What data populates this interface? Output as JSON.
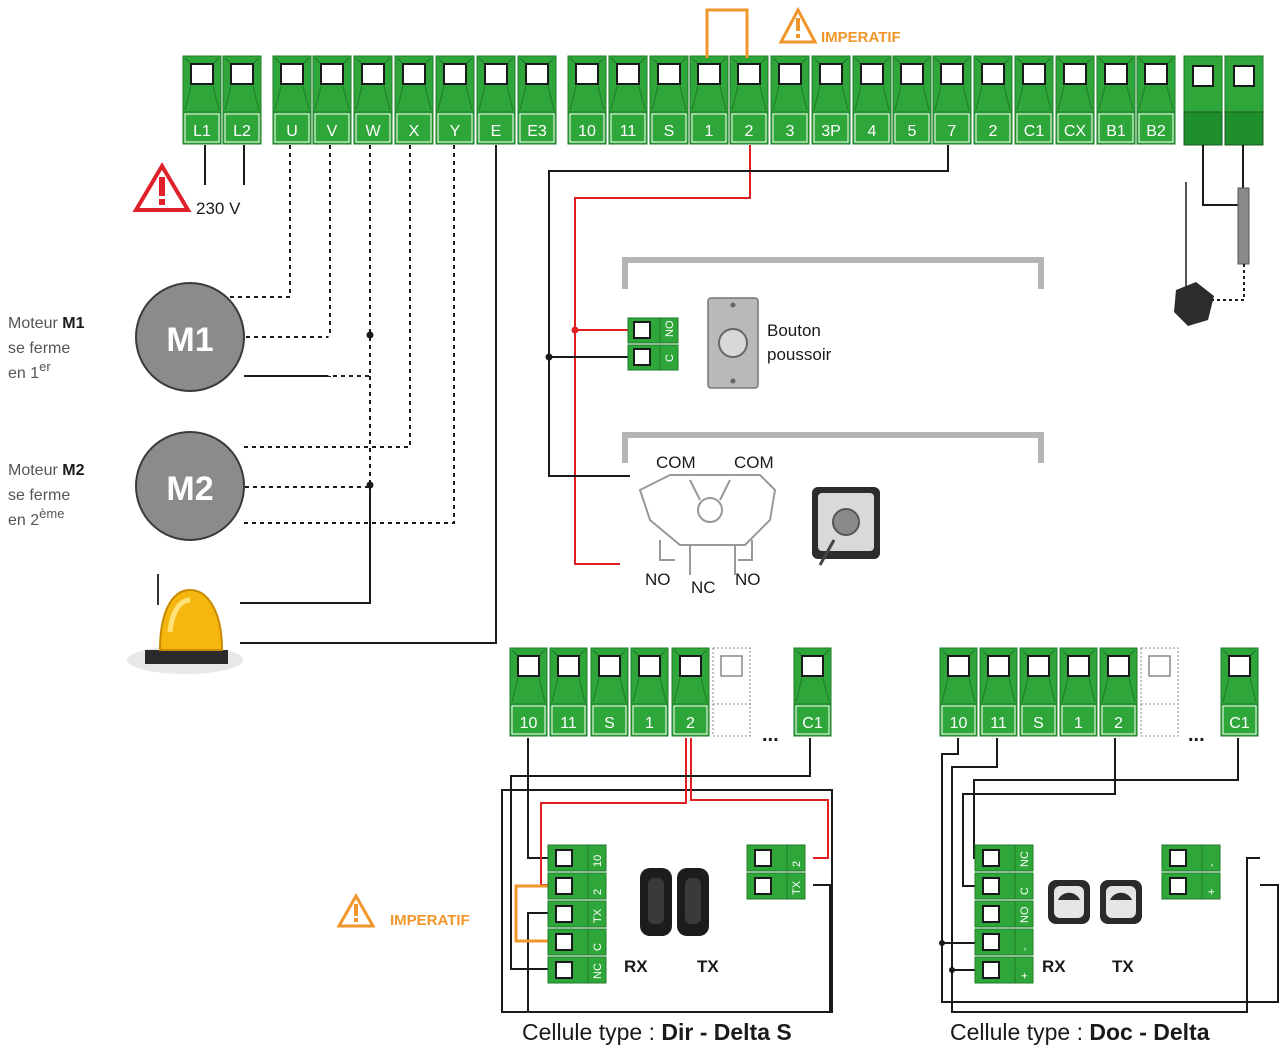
{
  "colors": {
    "terminal_green": "#2fa63a",
    "terminal_green_dark": "#1f7a27",
    "wire_red": "#e02020",
    "wire_orange": "#f0962a",
    "warning_red": "#e0202a",
    "warning_orange": "#f0962a",
    "bracket_gray": "#b5b5b5"
  },
  "main_terminals": [
    "L1",
    "L2",
    "U",
    "V",
    "W",
    "X",
    "Y",
    "E",
    "E3",
    "10",
    "11",
    "S",
    "1",
    "2",
    "3",
    "3P",
    "4",
    "5",
    "7",
    "2",
    "C1",
    "CX",
    "B1",
    "B2"
  ],
  "labels": {
    "imperatif": "IMPERATIF",
    "voltage": "230 V",
    "motor_m1_name": "M1",
    "motor_m2_name": "M2",
    "motor_word": "Moteur",
    "m1_line2": "se ferme",
    "m1_line3": "en 1",
    "m1_sup": "er",
    "m2_line2": "se ferme",
    "m2_line3": "en 2",
    "m2_sup": "ème",
    "button_line1": "Bouton",
    "button_line2": "poussoir",
    "button_term_no": "NO",
    "button_term_c": "C",
    "key_com_left": "COM",
    "key_com_right": "COM",
    "key_no_left": "NO",
    "key_nc": "NC",
    "key_no_right": "NO",
    "ellipsis": "...",
    "rx": "RX",
    "tx": "TX",
    "cell_prefix": "Cellule type : ",
    "cell1_name": "Dir - Delta S",
    "cell2_name": "Doc - Delta"
  },
  "sub1_terminals": [
    "10",
    "11",
    "S",
    "1",
    "2",
    "",
    "C1"
  ],
  "sub2_terminals": [
    "10",
    "11",
    "S",
    "1",
    "2",
    "",
    "C1"
  ],
  "cell1_rx_terminals": [
    "10",
    "2",
    "TX",
    "C",
    "NC"
  ],
  "cell1_tx_terminals": [
    "2",
    "TX"
  ],
  "cell2_rx_terminals": [
    "NC",
    "C",
    "NO",
    "-",
    "+"
  ],
  "cell2_tx_terminals": [
    "-",
    "+"
  ]
}
